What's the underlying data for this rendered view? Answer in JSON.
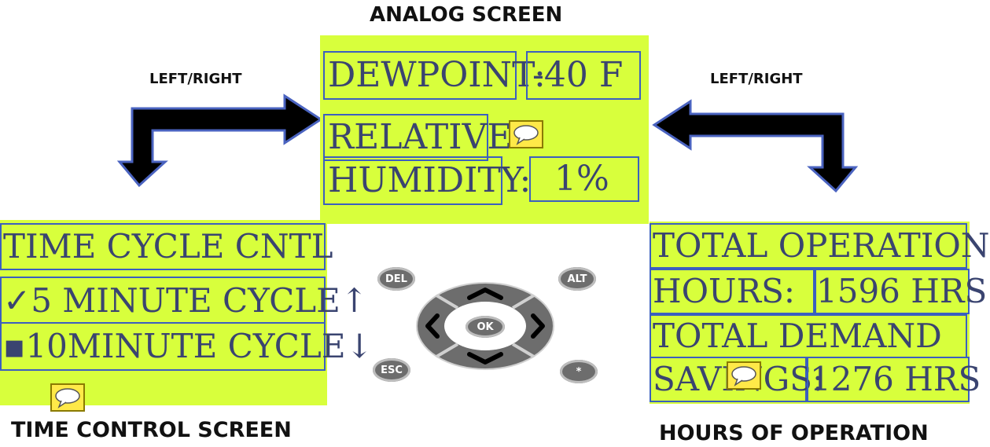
{
  "headings": {
    "analog": "ANALOG SCREEN",
    "time_control": "TIME CONTROL SCREEN",
    "hours": "HOURS OF OPERATION"
  },
  "nav": {
    "left": "LEFT/RIGHT",
    "right": "LEFT/RIGHT"
  },
  "analog_screen": {
    "dewpoint_label": "DEWPOINT:",
    "dewpoint_value": "-40 F",
    "relative_label": "RELATIVE",
    "humidity_label": "HUMIDITY:",
    "humidity_value": "1%"
  },
  "time_screen": {
    "title": "TIME CYCLE CNTL",
    "option_1": "✓5 MINUTE CYCLE↑",
    "option_2": "▪10MINUTE CYCLE↓"
  },
  "hours_screen": {
    "total_operation": "TOTAL OPERATION",
    "hours_label": "HOURS:",
    "hours_value": "1596 HRS",
    "total_demand": "TOTAL DEMAND",
    "savings_label": "SAVINGS:",
    "savings_value": "1276 HRS"
  },
  "keypad": {
    "del": "DEL",
    "alt": "ALT",
    "esc": "ESC",
    "star": "*",
    "ok": "OK"
  },
  "colors": {
    "lcd_background": "#d8ff3c",
    "lcd_border": "#3b5fbf",
    "comment_icon": "#ffe948",
    "arrow": "#000000",
    "key": "#6d6d6d"
  }
}
